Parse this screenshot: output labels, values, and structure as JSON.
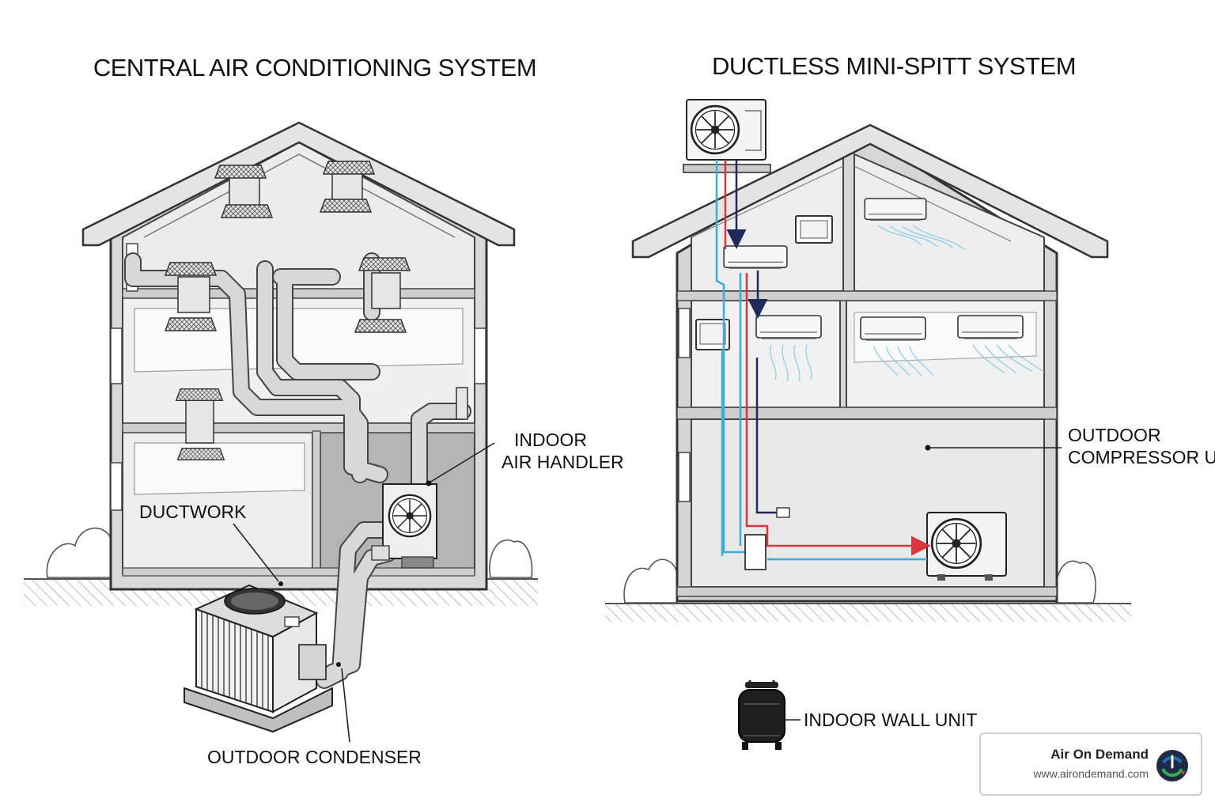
{
  "central": {
    "title": "CENTRAL AIR CONDITIONING SYSTEM",
    "labels": {
      "indoor_air_handler_line1": "INDOOR",
      "indoor_air_handler_line2": "AIR HANDLER",
      "ductwork": "DUCTWORK",
      "outdoor_condenser": "OUTDOOR CONDENSER"
    }
  },
  "ductless": {
    "title": "DUCTLESS MINI-SPITT SYSTEM",
    "labels": {
      "outdoor_compressor_line1": "OUTDOOR",
      "outdoor_compressor_line2": "COMPRESSOR UNIT",
      "indoor_wall_unit": "INDOOR WALL UNIT"
    }
  },
  "brand": {
    "name": "Air On Demand",
    "url": "www.airondemand.com"
  },
  "colors": {
    "refrigerant_hot": "#d9363e",
    "refrigerant_cold": "#3aaed8",
    "signal_line": "#1f2a5a",
    "airflow": "#8ccfe6",
    "logo_green": "#2fae4e",
    "logo_blue": "#1e6fb8"
  }
}
